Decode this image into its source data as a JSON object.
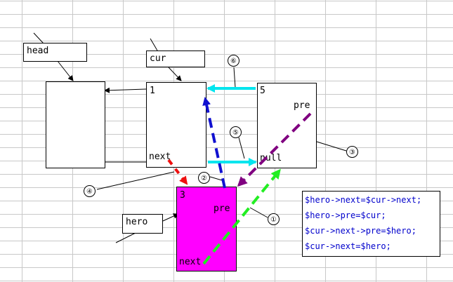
{
  "labels": {
    "head": "head",
    "cur": "cur",
    "hero": "hero"
  },
  "nodes": {
    "node1_value": "1",
    "node1_next": "next",
    "node5_value": "5",
    "node5_pre": "pre",
    "node5_null": "null",
    "node3_value": "3",
    "node3_pre": "pre",
    "node3_next": "next"
  },
  "steps": {
    "s1": "①",
    "s2": "②",
    "s3": "③",
    "s4": "④",
    "s5": "⑤",
    "s6": "⑥"
  },
  "code": [
    "$hero->next=$cur->next;",
    "$hero->pre=$cur;",
    "$cur->next->pre=$hero;",
    "$cur->next=$hero;"
  ],
  "colors": {
    "grid": "#c8c8c8",
    "hero_fill": "#ff00ff",
    "cyan": "#00e5ee",
    "blue": "#1010d0",
    "green": "#22ee22",
    "purple": "#800080",
    "red": "#ee1010",
    "code_text": "#0000cc"
  }
}
